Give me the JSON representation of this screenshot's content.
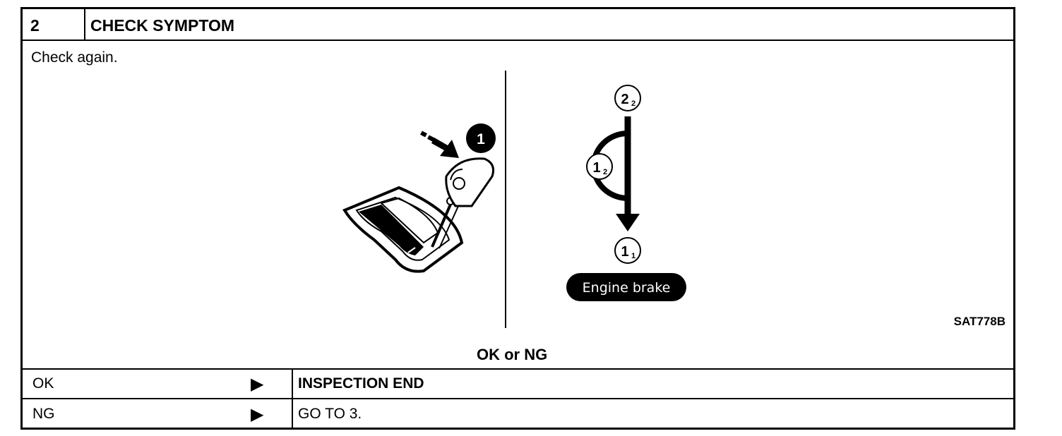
{
  "header": {
    "step_number": "2",
    "title": "CHECK SYMPTOM"
  },
  "body": {
    "instruction": "Check again."
  },
  "figure": {
    "callout_1": "1",
    "label_2_2": "2",
    "label_2_2_sub": "2",
    "label_1_2": "1",
    "label_1_2_sub": "2",
    "label_1_1": "1",
    "label_1_1_sub": "1",
    "engine_brake": "Engine brake",
    "gate_marker": "1",
    "code": "SAT778B"
  },
  "question": "OK or NG",
  "results": [
    {
      "label": "OK",
      "action": "INSPECTION END"
    },
    {
      "label": "NG",
      "action": "GO TO 3."
    }
  ]
}
